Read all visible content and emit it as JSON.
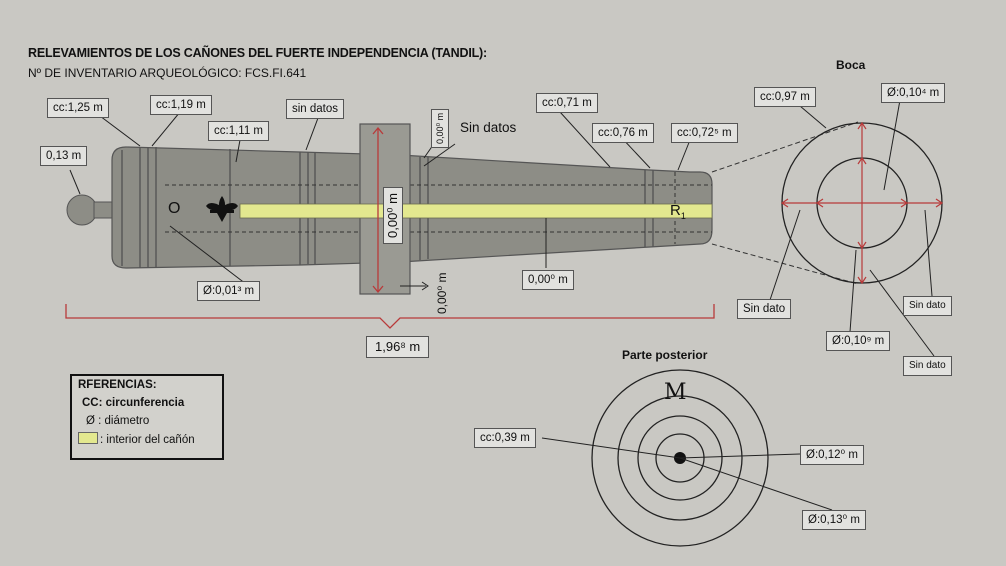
{
  "header": {
    "title": "RELEVAMIENTOS DE LOS CAÑONES DEL FUERTE INDEPENDENCIA (TANDIL):",
    "subtitle": "Nº DE INVENTARIO ARQUEOLÓGICO:  FCS.FI.641"
  },
  "sections": {
    "boca": "Boca",
    "posterior": "Parte posterior"
  },
  "labels": {
    "l_013": "0,13 m",
    "cc125": "cc:1,25 m",
    "cc119": "cc:1,19 m",
    "cc111": "cc:1,11 m",
    "sin_datos_top": "sin datos",
    "sin_datos_trunnion": "Sin datos",
    "v000_top": "0,00⁰ m",
    "cc071": "cc:0,71 m",
    "cc076": "cc:0,76 m",
    "cc0725": "cc:0,72⁵ m",
    "d0013": "Ø:0,01³ m",
    "v000_trunnion": "0,00⁰ m",
    "v000_bottom": "0,00⁰ m",
    "bore_len": "0,00⁰ m",
    "length": "1,96⁸ m"
  },
  "boca_labels": {
    "cc097": "cc:0,97 m",
    "d0104": "Ø:0,10⁴ m",
    "sin_dato_1": "Sin dato",
    "sin_dato_2": "Sin dato",
    "sin_dato_3": "Sin dato",
    "d0109": "Ø:0,10⁹ m"
  },
  "posterior_labels": {
    "cc039": "cc:0,39 m",
    "d0120": "Ø:0,12⁰ m",
    "d0130": "Ø:0,13⁰ m"
  },
  "markings": {
    "letter_o": "O",
    "letter_r": "R",
    "sub_r": "1",
    "mark_m": "M"
  },
  "references": {
    "title": "RFERENCIAS:",
    "cc": "CC: circunferencia",
    "diam": "Ø : diámetro",
    "interior": ": interior del cañón"
  },
  "colors": {
    "background": "#c9c8c3",
    "cannon": "#8d8d86",
    "bore": "#e3e88f",
    "dimension_red": "#b83a3a"
  }
}
